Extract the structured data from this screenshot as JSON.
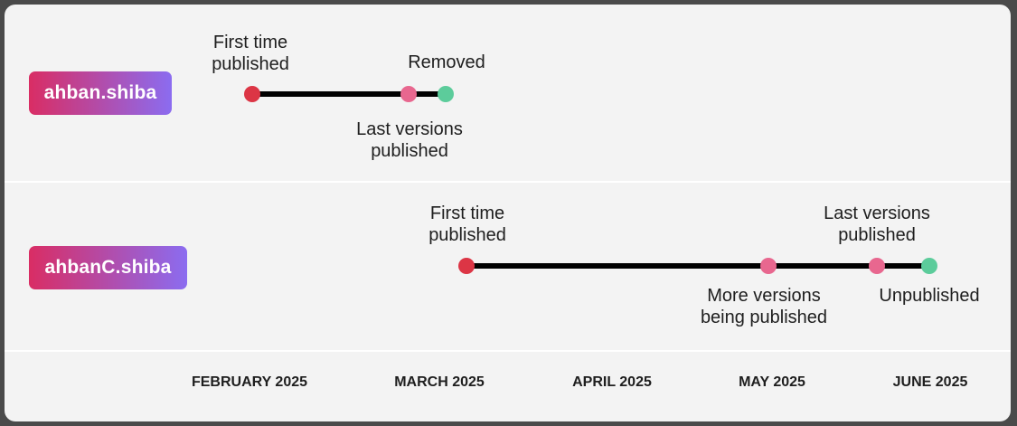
{
  "colors": {
    "first_published": "#dc3545",
    "intermediate": "#e8678f",
    "end": "#5ccc9b",
    "line": "#000000",
    "badge_gradient_start": "#d92d64",
    "badge_gradient_end": "#8b6cf0"
  },
  "packages": [
    {
      "name": "ahban.shiba",
      "events": [
        {
          "label": "First time published",
          "type": "first_published"
        },
        {
          "label": "Last versions published",
          "type": "intermediate"
        },
        {
          "label": "Removed",
          "type": "end"
        }
      ]
    },
    {
      "name": "ahbanC.shiba",
      "events": [
        {
          "label": "First time published",
          "type": "first_published"
        },
        {
          "label": "More versions being published",
          "type": "intermediate"
        },
        {
          "label": "Last versions published",
          "type": "intermediate"
        },
        {
          "label": "Unpublished",
          "type": "end"
        }
      ]
    }
  ],
  "axis": {
    "months": [
      "FEBRUARY 2025",
      "MARCH 2025",
      "APRIL 2025",
      "MAY 2025",
      "JUNE 2025"
    ]
  }
}
